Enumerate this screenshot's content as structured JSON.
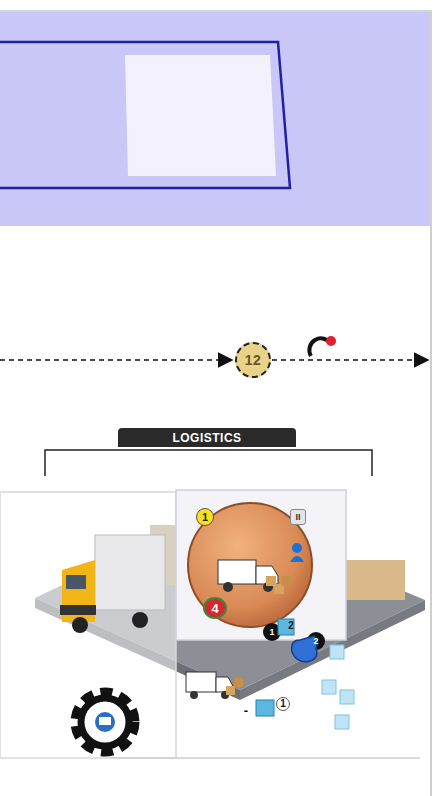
{
  "diagram": {
    "nodes": [
      {
        "text": [
          "LOGISTICS"
        ]
      },
      {
        "text": [
          "12"
        ]
      }
    ],
    "labels": [
      "1",
      "II",
      "4",
      "1",
      "2",
      "2",
      "-",
      "1"
    ]
  }
}
